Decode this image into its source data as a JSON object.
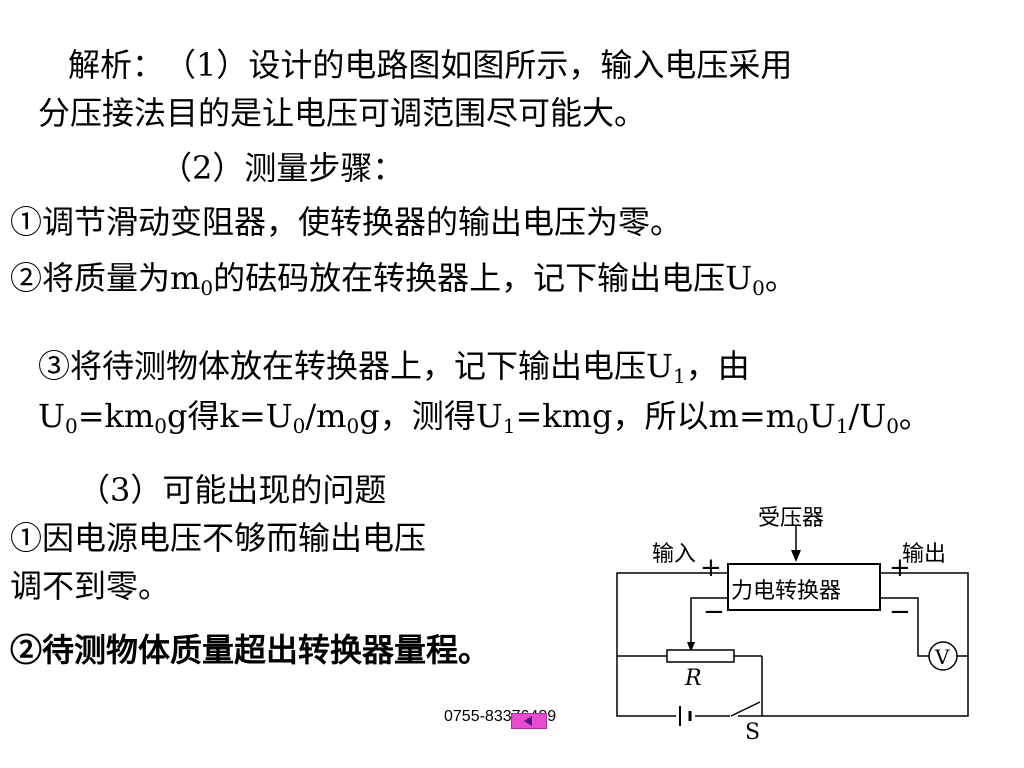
{
  "analysis": {
    "p1_a": "解析：　（1）设计的电路图如图所示，输入电压采用",
    "p1_b": "分压接法目的是让电压可调范围尽可能大。",
    "p2_title": "（2）测量步骤：",
    "step1": "①调节滑动变阻器，使转换器的输出电压为零。",
    "step2_pre": "②将质量为m",
    "step2_mid": "的砝码放在转换器上，记下输出电压U",
    "step2_end": "。",
    "step3a_pre": "③将待测物体放在转换器上，记下输出电压U",
    "step3a_end": "，由",
    "step3b_t1": "U",
    "step3b_t2": "=km",
    "step3b_t3": "g得k=U",
    "step3b_t4": "/m",
    "step3b_t5": "g，测得U",
    "step3b_t6": "=kmg，所以m=m",
    "step3b_t7": "U",
    "step3b_t8": "/U",
    "step3b_t9": "。",
    "sub0": "0",
    "sub1": "1",
    "p3_title": "（3）可能出现的问题",
    "issue1_a": "①因电源电压不够而输出电压",
    "issue1_b": "调不到零。",
    "issue2": "②待测物体质量超出转换器量程。"
  },
  "circuit": {
    "sensor_label": "受压器",
    "input_label": "输入",
    "output_label": "输出",
    "converter_label": "力电转换器",
    "plus": "+",
    "minus": "−",
    "voltmeter": "V",
    "resistor": "R",
    "switch": "S"
  },
  "footer": {
    "phone": "0755-83376489"
  }
}
